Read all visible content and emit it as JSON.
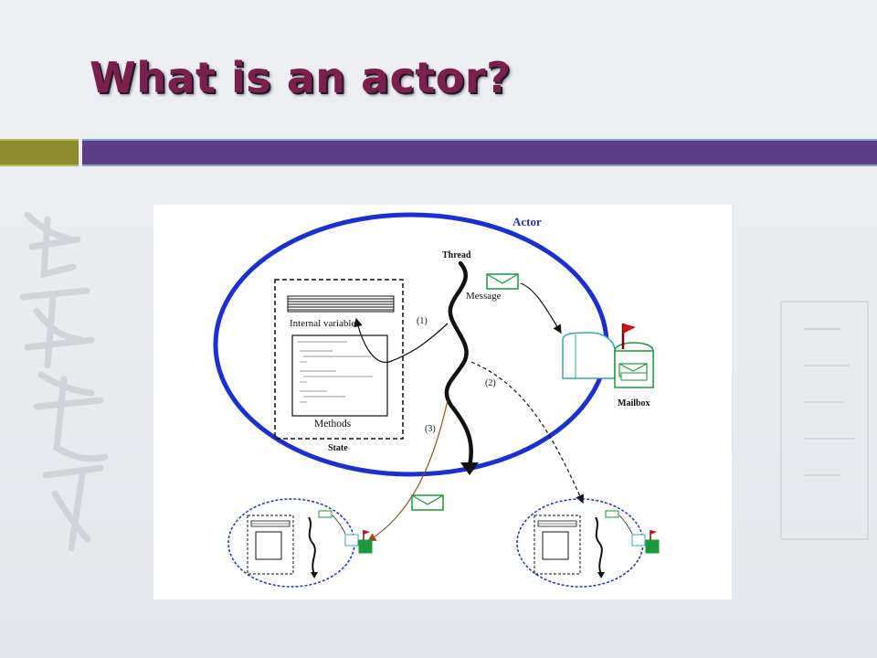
{
  "slide": {
    "title": "What is an actor?",
    "accent_colors": {
      "title": "#7a1f4e",
      "bar_left": "#8c8c2e",
      "bar_right": "#5b3f86"
    }
  },
  "diagram": {
    "actor_label": "Actor",
    "thread_label": "Thread",
    "message_label": "Message",
    "internal_variables_label": "Internal variables",
    "methods_label": "Methods",
    "state_label": "State",
    "mailbox_label": "Mailbox",
    "step_1": "(1)",
    "step_2": "(2)",
    "step_3": "(3)",
    "colors": {
      "actor_circle": "#1c2fd1",
      "message_arrow": "#9b4a1c",
      "envelope": "#1a9a3a",
      "mailbox": "#3aa6b6",
      "flag": "#c81414"
    }
  }
}
